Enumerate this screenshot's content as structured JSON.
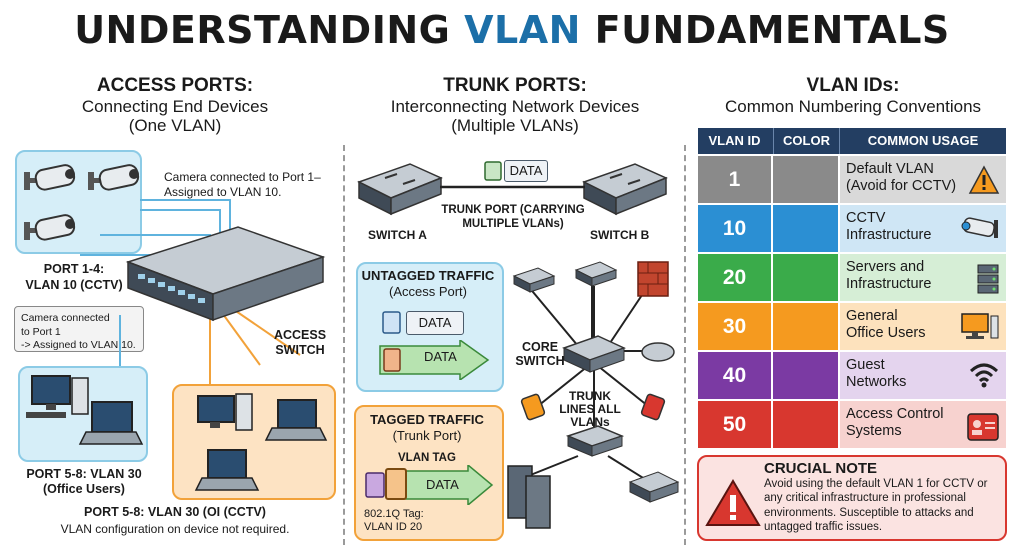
{
  "title": {
    "part1": "UNDERSTANDING",
    "part2": "VLAN",
    "part3": "FUNDAMENTALS"
  },
  "access": {
    "heading": "ACCESS PORTS:",
    "subheading1": "Connecting End Devices",
    "subheading2": "(One VLAN)",
    "camera_note": "Camera connected to Port 1– Assigned to VLAN 10.",
    "port14_label": "PORT 1-4:",
    "port14_vlan": "VLAN 10 (CCTV)",
    "callout_line1": "Camera connected",
    "callout_line2": "to Port 1",
    "callout_line3": "-> Assigned to VLAN 10.",
    "switch_label": "ACCESS SWITCH",
    "port58_label": "PORT 5-8: VLAN 30",
    "port58_sub": "(Office Users)",
    "port58_bottom": "PORT 5-8: VLAN 30 (OI (CCTV)",
    "bottom_note": "VLAN configuration on device not required."
  },
  "trunk": {
    "heading": "TRUNK PORTS:",
    "subheading1": "Interconnecting Network Devices",
    "subheading2": "(Multiple VLANs)",
    "switch_a": "SWITCH A",
    "switch_b": "SWITCH B",
    "data_label": "DATA",
    "trunk_port_label": "TRUNK PORT (CARRYING MULTIPLE VLANs)",
    "untagged_title": "UNTAGGED TRAFFIC",
    "untagged_sub": "(Access Port)",
    "data_label_2": "DATA",
    "data_label_3": "DATA",
    "core_switch": "CORE SWITCH",
    "trunk_lines": "TRUNK LINES ALL VLANs",
    "tagged_title": "TAGGED TRAFFIC",
    "tagged_sub": "(Trunk Port)",
    "vlan_tag": "VLAN TAG",
    "data_label_4": "DATA",
    "dot1q_line1": "802.1Q Tag:",
    "dot1q_line2": "VLAN ID 20"
  },
  "ids": {
    "heading": "VLAN IDs:",
    "subheading": "Common Numbering Conventions",
    "columns": [
      "VLAN ID",
      "COLOR",
      "COMMON USAGE"
    ],
    "rows": [
      {
        "id": "1",
        "line1": "Default VLAN",
        "line2": "(Avoid for CCTV)",
        "color": "#8a8a8a",
        "tint": "#d9d9d9",
        "icon": "warning-icon"
      },
      {
        "id": "10",
        "line1": "CCTV",
        "line2": "Infrastructure",
        "color": "#2b8fd3",
        "tint": "#cfe6f5",
        "icon": "camera-icon"
      },
      {
        "id": "20",
        "line1": "Servers and",
        "line2": "Infrastructure",
        "color": "#3aab4a",
        "tint": "#d6eed6",
        "icon": "server-icon"
      },
      {
        "id": "30",
        "line1": "General",
        "line2": "Office Users",
        "color": "#f59a1f",
        "tint": "#fde2bd",
        "icon": "desktop-icon"
      },
      {
        "id": "40",
        "line1": "Guest",
        "line2": "Networks",
        "color": "#7b3aa3",
        "tint": "#e4d4ee",
        "icon": "wifi-icon"
      },
      {
        "id": "50",
        "line1": "Access Control",
        "line2": "Systems",
        "color": "#d8372f",
        "tint": "#f7d2cf",
        "icon": "badge-icon"
      }
    ],
    "note_title": "CRUCIAL NOTE",
    "note_text": "Avoid using the default VLAN 1 for CCTV or any critical infrastructure in professional environments. Susceptible to attacks and untagged traffic issues."
  }
}
